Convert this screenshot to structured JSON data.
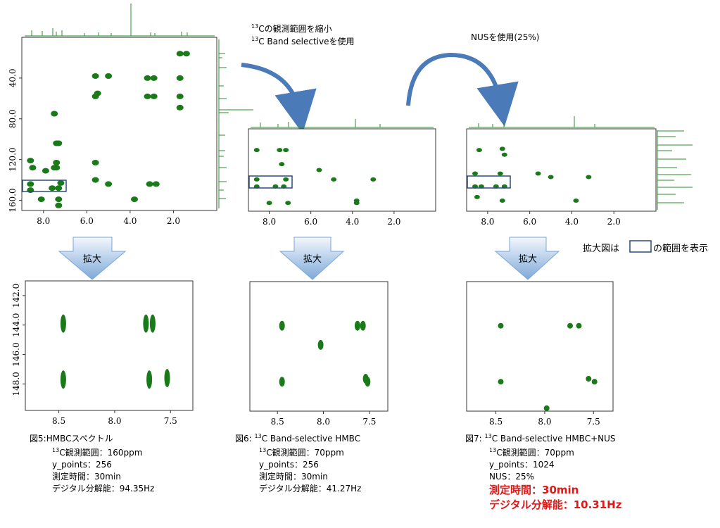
{
  "annotations": {
    "arrow1_line1_sup": "13",
    "arrow1_line1": "Cの観測範囲を縮小",
    "arrow1_line2_sup": "13",
    "arrow1_line2": "C Band selectiveを使用",
    "arrow2_label": "NUSを使用(25%)",
    "expand_label": "拡大",
    "legend_prefix": "拡大図は",
    "legend_suffix": "の範囲を表示"
  },
  "colors": {
    "peak": "#1a7a1a",
    "box": "#2a4a7a",
    "arrow": "#4a7ab8",
    "down_arrow_top": "#e6effa",
    "down_arrow_bottom": "#7aa6d8",
    "emphasis": "#e01818"
  },
  "chart_data": [
    {
      "type": "scatter",
      "name": "full_hmbc",
      "x_ticks": [
        "8.0",
        "6.0",
        "4.0",
        "2.0"
      ],
      "y_ticks": [
        "40.0",
        "80.0",
        "120.0",
        "160.0"
      ],
      "xlim": [
        9.0,
        0.0
      ],
      "ylim": [
        0,
        170
      ],
      "points": [
        [
          1.7,
          16
        ],
        [
          1.4,
          16
        ],
        [
          5.6,
          38
        ],
        [
          5.0,
          38
        ],
        [
          3.2,
          40
        ],
        [
          2.9,
          40
        ],
        [
          1.7,
          40
        ],
        [
          5.5,
          55
        ],
        [
          5.6,
          58
        ],
        [
          3.2,
          58
        ],
        [
          2.9,
          58
        ],
        [
          1.7,
          58
        ],
        [
          1.7,
          69
        ],
        [
          7.5,
          75
        ],
        [
          7.3,
          104
        ],
        [
          7.4,
          104
        ],
        [
          8.6,
          121
        ],
        [
          7.4,
          123
        ],
        [
          5.6,
          123
        ],
        [
          8.5,
          128
        ],
        [
          7.9,
          131
        ],
        [
          7.5,
          128
        ],
        [
          7.4,
          128
        ],
        [
          5.6,
          140
        ],
        [
          8.6,
          144
        ],
        [
          7.2,
          143
        ],
        [
          5.0,
          144
        ],
        [
          3.1,
          144
        ],
        [
          2.8,
          144
        ],
        [
          8.6,
          150
        ],
        [
          7.6,
          148
        ],
        [
          7.3,
          148
        ],
        [
          8.1,
          159
        ],
        [
          7.3,
          159
        ],
        [
          3.8,
          159
        ],
        [
          7.3,
          165
        ]
      ]
    },
    {
      "type": "scatter",
      "name": "band_selective",
      "x_ticks": [
        "8.0",
        "6.0",
        "4.0",
        "2.0"
      ],
      "xlim": [
        9.0,
        0.0
      ],
      "ylim": [
        100,
        170
      ],
      "points": [
        [
          8.6,
          118
        ],
        [
          7.5,
          118
        ],
        [
          7.2,
          118
        ],
        [
          7.4,
          130
        ],
        [
          5.6,
          135
        ],
        [
          8.6,
          143
        ],
        [
          7.2,
          143
        ],
        [
          4.9,
          143
        ],
        [
          3.0,
          143
        ],
        [
          8.6,
          149
        ],
        [
          7.7,
          149
        ],
        [
          7.3,
          149
        ],
        [
          3.8,
          161
        ],
        [
          3.8,
          163
        ],
        [
          8.0,
          163
        ],
        [
          7.1,
          163
        ]
      ]
    },
    {
      "type": "scatter",
      "name": "band_selective_nus",
      "x_ticks": [
        "8.0",
        "6.0",
        "4.0",
        "2.0"
      ],
      "xlim": [
        9.0,
        0.0
      ],
      "ylim": [
        100,
        170
      ],
      "points": [
        [
          8.4,
          118
        ],
        [
          7.3,
          117
        ],
        [
          7.2,
          122
        ],
        [
          8.6,
          138
        ],
        [
          7.4,
          138
        ],
        [
          5.6,
          138
        ],
        [
          5.0,
          141
        ],
        [
          3.2,
          141
        ],
        [
          8.6,
          149
        ],
        [
          8.3,
          149
        ],
        [
          7.6,
          149
        ],
        [
          7.2,
          149
        ],
        [
          8.5,
          158
        ],
        [
          7.3,
          161
        ],
        [
          3.8,
          161
        ]
      ]
    },
    {
      "type": "scatter",
      "name": "zoom_hmbc",
      "x_ticks": [
        "8.5",
        "8.0",
        "7.5"
      ],
      "y_ticks": [
        "142.0",
        "144.0",
        "146.0",
        "148.0"
      ],
      "xlim": [
        8.8,
        7.3
      ],
      "ylim": [
        141.0,
        149.8
      ],
      "points": [
        [
          8.46,
          143.9
        ],
        [
          8.46,
          147.7
        ],
        [
          7.72,
          143.9
        ],
        [
          7.66,
          143.9
        ],
        [
          7.53,
          147.6
        ],
        [
          7.69,
          147.7
        ]
      ]
    },
    {
      "type": "scatter",
      "name": "zoom_band_selective",
      "x_ticks": [
        "8.5",
        "8.0",
        "7.5"
      ],
      "xlim": [
        8.8,
        7.3
      ],
      "ylim": [
        141.0,
        149.8
      ],
      "points": [
        [
          8.45,
          144.0
        ],
        [
          8.45,
          147.8
        ],
        [
          7.63,
          144.0
        ],
        [
          7.57,
          144.0
        ],
        [
          7.54,
          147.6
        ],
        [
          7.52,
          147.8
        ],
        [
          8.03,
          145.3
        ]
      ]
    },
    {
      "type": "scatter",
      "name": "zoom_band_selective_nus",
      "x_ticks": [
        "8.5",
        "8.0",
        "7.5"
      ],
      "xlim": [
        8.8,
        7.3
      ],
      "ylim": [
        141.0,
        149.8
      ],
      "points": [
        [
          8.45,
          144.0
        ],
        [
          8.45,
          147.8
        ],
        [
          7.74,
          144.0
        ],
        [
          7.65,
          144.0
        ],
        [
          7.55,
          147.6
        ],
        [
          7.49,
          147.8
        ],
        [
          7.98,
          149.6
        ]
      ]
    }
  ],
  "captions": [
    {
      "title_pre": "図5:",
      "title_sup": "",
      "title": "HMBCスペクトル",
      "lines": [
        {
          "sup": "13",
          "text": "C観測範囲：160ppm"
        },
        {
          "sup": "",
          "text": "y_points：256"
        },
        {
          "sup": "",
          "text": "測定時間：30min"
        },
        {
          "sup": "",
          "text": "デジタル分解能：94.35Hz"
        }
      ]
    },
    {
      "title_pre": "図6: ",
      "title_sup": "13",
      "title": "C Band-selective HMBC",
      "lines": [
        {
          "sup": "13",
          "text": "C観測範囲：70ppm"
        },
        {
          "sup": "",
          "text": "y_points：256"
        },
        {
          "sup": "",
          "text": "測定時間：30min"
        },
        {
          "sup": "",
          "text": "デジタル分解能：41.27Hz"
        }
      ]
    },
    {
      "title_pre": "図7: ",
      "title_sup": "13",
      "title": "C Band-selective HMBC+NUS",
      "lines": [
        {
          "sup": "13",
          "text": "C観測範囲：70ppm"
        },
        {
          "sup": "",
          "text": "y_points：1024"
        },
        {
          "sup": "",
          "text": "NUS：25%"
        }
      ],
      "emph_lines": [
        "測定時間：30min",
        "デジタル分解能：10.31Hz"
      ]
    }
  ]
}
